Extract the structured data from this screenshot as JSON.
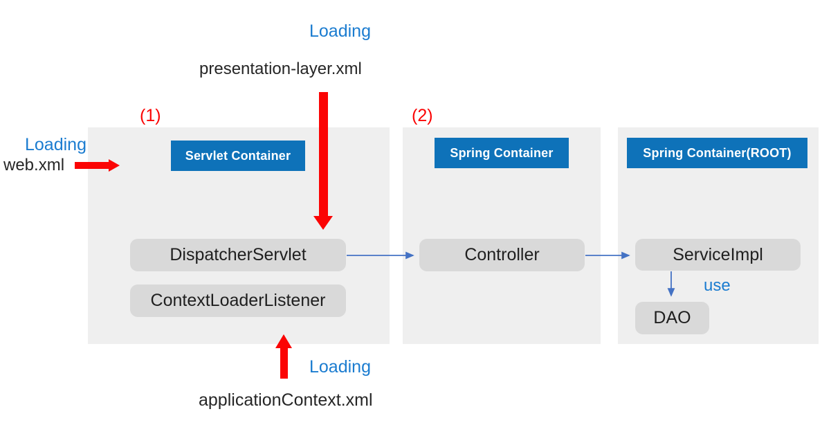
{
  "colors": {
    "badge_blue": "#0e72b9",
    "label_blue": "#1b7cd0",
    "connector_blue": "#4472c4",
    "arrow_red": "#fb0404",
    "panel_gray": "#efefef",
    "box_gray": "#d9d9d9"
  },
  "annotations": {
    "loading_top": "Loading",
    "presentation_xml": "presentation-layer.xml",
    "marker_1": "(1)",
    "marker_2": "(2)",
    "loading_left": "Loading",
    "web_xml": "web.xml",
    "loading_bottom": "Loading",
    "application_context_xml": "applicationContext.xml",
    "use_label": "use"
  },
  "containers": [
    {
      "title": "Servlet Container",
      "boxes": [
        "DispatcherServlet",
        "ContextLoaderListener"
      ]
    },
    {
      "title": "Spring Container",
      "boxes": [
        "Controller"
      ]
    },
    {
      "title": "Spring Container(ROOT)",
      "boxes": [
        "ServiceImpl",
        "DAO"
      ]
    }
  ]
}
